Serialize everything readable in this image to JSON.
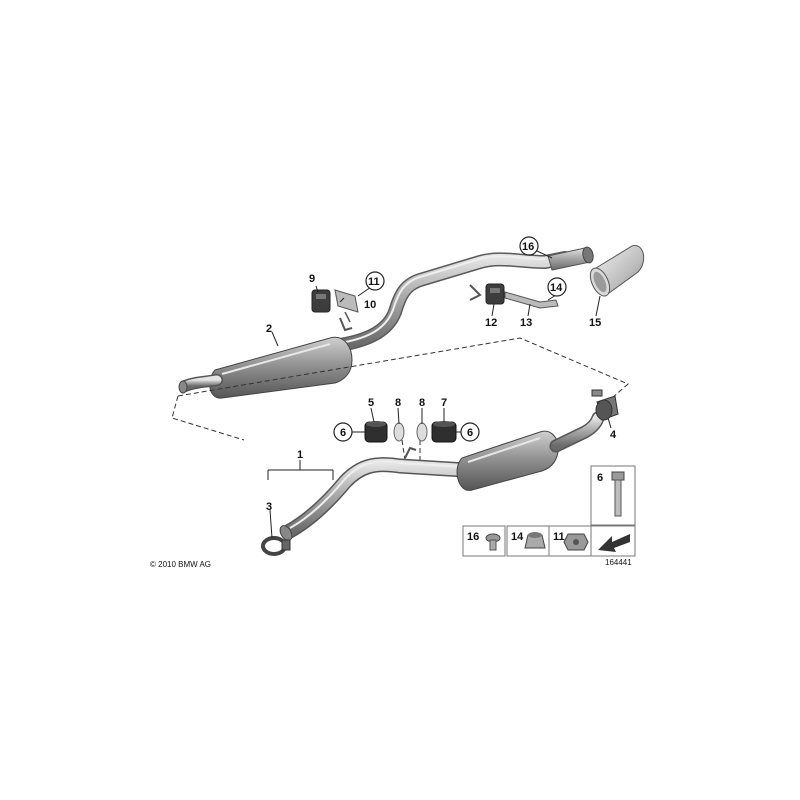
{
  "copyright": "© 2010 BMW AG",
  "diagram_id": "164441",
  "labels": {
    "p1": "1",
    "p2": "2",
    "p3": "3",
    "p4": "4",
    "p5": "5",
    "p6a": "6",
    "p6b": "6",
    "p6c": "6",
    "p7": "7",
    "p8a": "8",
    "p8b": "8",
    "p9": "9",
    "p10": "10",
    "p11": "11",
    "p12": "12",
    "p13": "13",
    "p14": "14",
    "p15": "15",
    "p16": "16",
    "b16": "16",
    "b14": "14",
    "b11": "11"
  }
}
